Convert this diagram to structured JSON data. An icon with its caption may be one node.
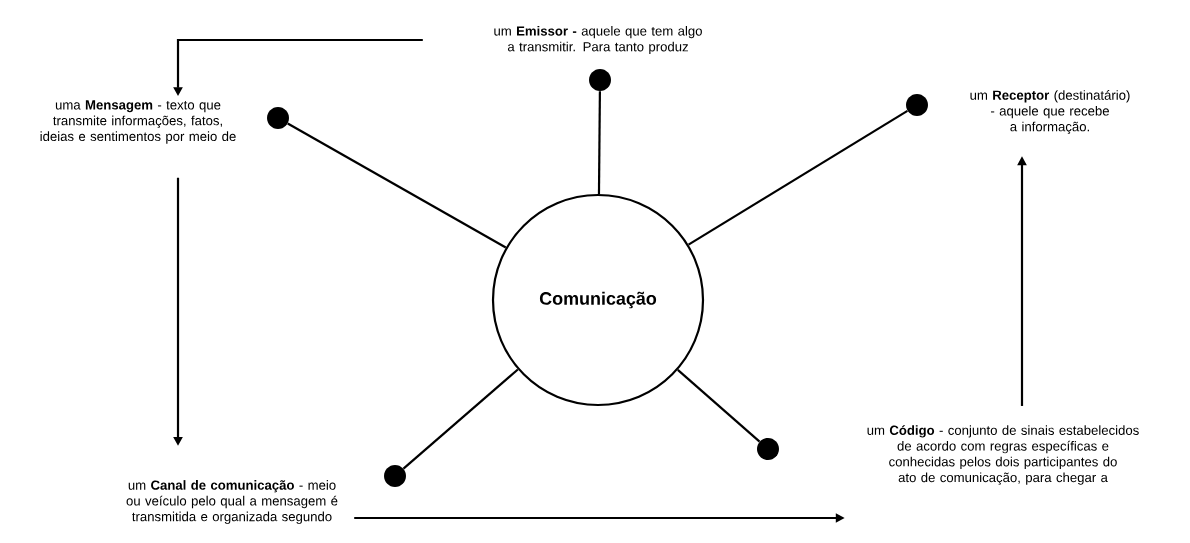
{
  "diagram": {
    "nodes": [
      {
        "text": [
          "Comunicação"
        ]
      },
      {
        "text": [
          "um **Emissor -** aquele que tem algo a transmitir. Para tanto produz"
        ]
      },
      {
        "text": [
          "uma **Mensagem** - texto que transmite informações, fatos, ideias e sentimentos por meio de"
        ]
      },
      {
        "text": [
          "um **Receptor** (destinatário) - aquele que recebe a informação."
        ]
      },
      {
        "text": [
          "um **Canal de comunicação** - meio ou veículo pelo qual a mensagem é transmitida e organizada segundo"
        ]
      },
      {
        "text": [
          "um **Código** - conjunto de sinais estabelecidos de acordo com regras específicas e conhecidas pelos dois participantes do ato de comunicação, para chegar a"
        ]
      },
      {
        "text": [],
        "shape": "circle"
      },
      {
        "text": [],
        "shape": "circle"
      },
      {
        "text": [],
        "shape": "circle"
      },
      {
        "text": [],
        "shape": "circle"
      },
      {
        "text": [],
        "shape": "circle"
      }
    ],
    "edges": [
      {
        "from": 0,
        "to": 6,
        "arrow": "none"
      },
      {
        "from": 0,
        "to": 7,
        "arrow": "none"
      },
      {
        "from": 0,
        "to": 8,
        "arrow": "none"
      },
      {
        "from": 0,
        "to": 9,
        "arrow": "none"
      },
      {
        "from": 0,
        "to": 10,
        "arrow": "none"
      },
      {
        "from": 1,
        "to": 2,
        "arrow": "to"
      },
      {
        "from": 2,
        "to": 4,
        "arrow": "to"
      },
      {
        "from": 4,
        "to": 5,
        "arrow": "to"
      },
      {
        "from": 5,
        "to": 3,
        "arrow": "to"
      }
    ]
  }
}
